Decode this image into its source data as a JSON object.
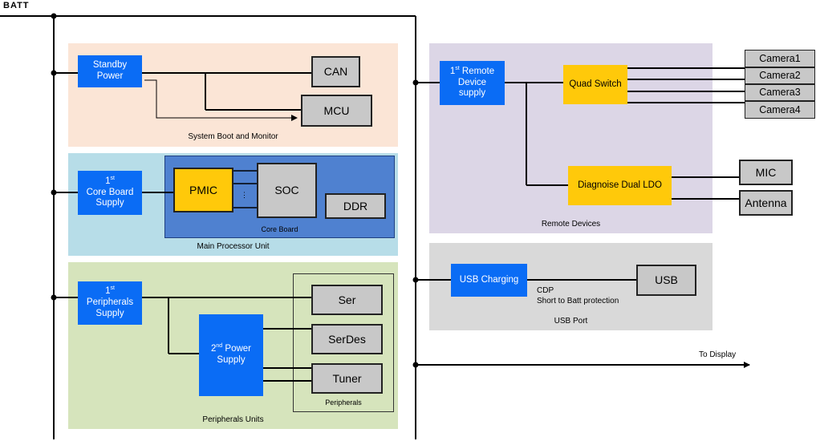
{
  "batt_label": "BATT",
  "regions": {
    "system_boot": "System Boot and Monitor",
    "main_processor": "Main Processor Unit",
    "core_board": "Core Board",
    "peripherals_units": "Peripherals Units",
    "peripherals": "Peripherals",
    "remote_devices": "Remote Devices",
    "usb_port": "USB Port"
  },
  "blocks": {
    "standby_power": "Standby Power",
    "can": "CAN",
    "mcu": "MCU",
    "core_supply": {
      "sup": "st",
      "line1_rest": "",
      "text": "Core Board Supply"
    },
    "pmic": "PMIC",
    "soc": "SOC",
    "ddr": "DDR",
    "peripherals_supply": {
      "text": "Peripherals Supply"
    },
    "second_power": {
      "num": "2",
      "sup": "nd",
      "rest": " Power",
      "line2": "Supply"
    },
    "ser": "Ser",
    "serdes": "SerDes",
    "tuner": "Tuner",
    "remote_supply": {
      "num": "1",
      "sup": "st",
      "rest": " Remote",
      "line2": "Device",
      "line3": "supply"
    },
    "quad_switch": "Quad Switch",
    "camera1": "Camera1",
    "camera2": "Camera2",
    "camera3": "Camera3",
    "camera4": "Camera4",
    "dual_ldo": "Diagnoise Dual LDO",
    "mic": "MIC",
    "antenna": "Antenna",
    "usb_charging": "USB Charging",
    "usb": "USB"
  },
  "first_num": "1",
  "first_sup": "st",
  "annotations": {
    "cdp": "CDP",
    "short_to_batt": "Short to Batt protection",
    "to_display": "To Display",
    "dots": "⋮"
  },
  "colors": {
    "blue_block": "#0a6cf5",
    "yellow_block": "#ffc90a",
    "gray_block": "#c8c8c8",
    "system_boot_bg": "#fbe5d6",
    "main_processor_bg": "#b7dde8",
    "core_board_bg": "#4f81d0",
    "peripherals_bg": "#d6e4bc",
    "remote_bg": "#dcd6e6",
    "usb_bg": "#d9d9d9"
  }
}
